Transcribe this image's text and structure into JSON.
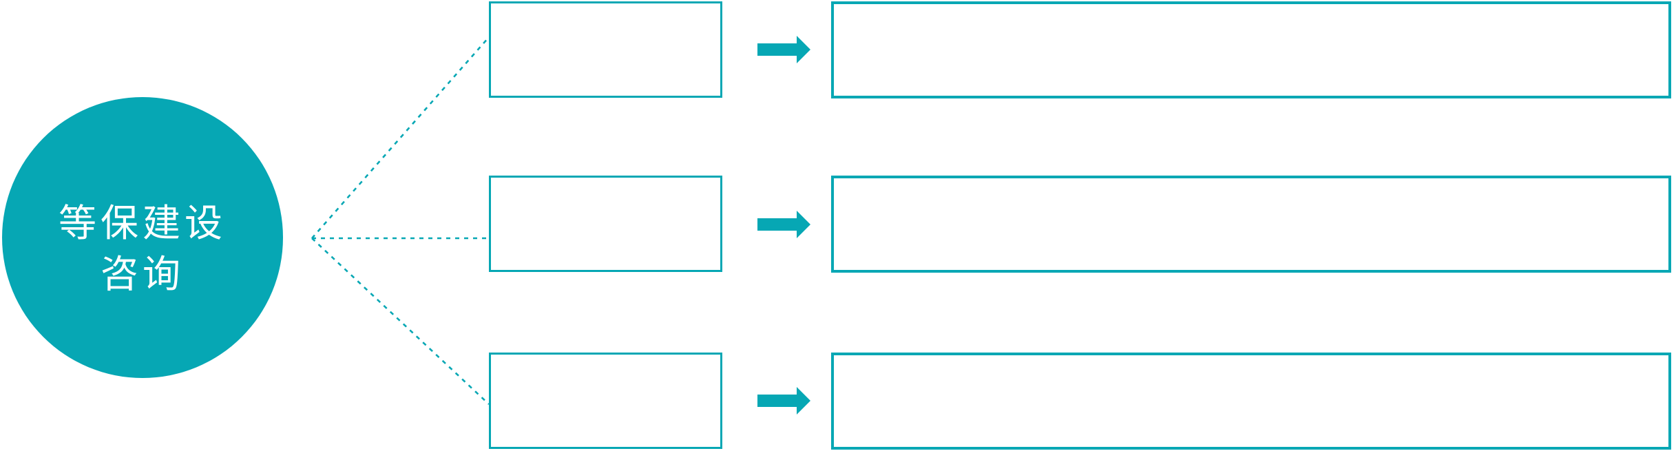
{
  "topic": {
    "line1": "等保建设",
    "line2": "咨询"
  },
  "colors": {
    "accent": "#06A7B4",
    "background": "#FFFFFF",
    "text_on_accent": "#FFFFFF"
  },
  "diagram": {
    "type": "radial-flow",
    "connector_style": "dotted",
    "arrow_icon": "right-block-arrow",
    "rows": [
      {
        "category_label": "",
        "detail_label": ""
      },
      {
        "category_label": "",
        "detail_label": ""
      },
      {
        "category_label": "",
        "detail_label": ""
      }
    ]
  }
}
